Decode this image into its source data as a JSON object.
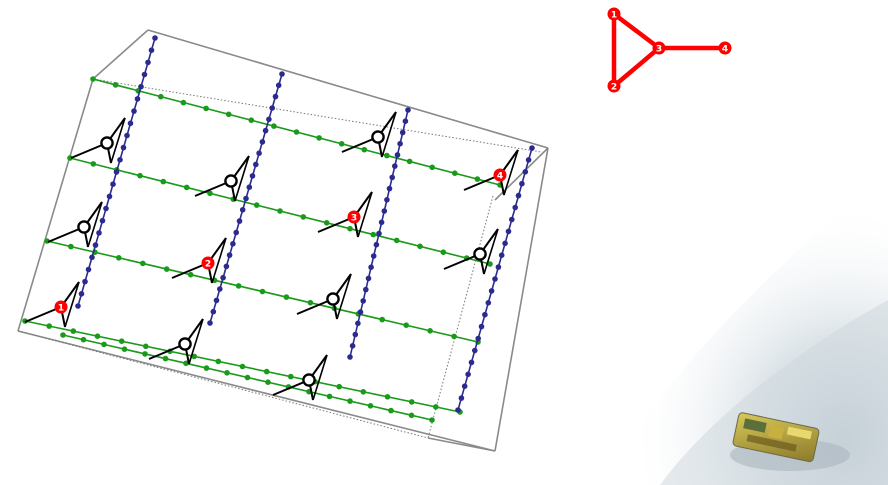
{
  "diagram": {
    "grid": {
      "frame_color": "#8a8a8a",
      "green_line_color": "#1a9a1a",
      "blue_line_color": "#2b2b8f",
      "marked_node_color": "#ff0000",
      "open_node_color": "#000000"
    },
    "marked_nodes": [
      {
        "label": "1"
      },
      {
        "label": "2"
      },
      {
        "label": "3"
      },
      {
        "label": "4"
      }
    ],
    "legend_graph": {
      "color": "#ff0000",
      "nodes": [
        {
          "label": "1"
        },
        {
          "label": "2"
        },
        {
          "label": "3"
        },
        {
          "label": "4"
        }
      ]
    },
    "photo": {
      "subject": "device-on-snow-photo"
    }
  }
}
